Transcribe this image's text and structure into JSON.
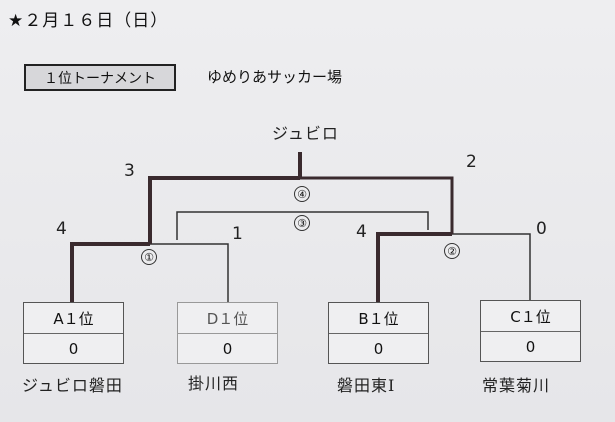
{
  "header": {
    "date": "★２月１６日（日）",
    "round": "１位トーナメント",
    "venue": "ゆめりあサッカー場"
  },
  "winner_note": "ジュビロ",
  "matches": {
    "m1": "①",
    "m2": "②",
    "m3": "③",
    "m4": "④"
  },
  "scores_handwritten": {
    "m1_left": "4",
    "m1_right": "1",
    "m2_left": "4",
    "m2_right": "0",
    "m4_left": "3",
    "m4_right": "2"
  },
  "teams": [
    {
      "seed": "A１位",
      "score": "0",
      "handwritten": "ジュビロ磐田"
    },
    {
      "seed": "D１位",
      "score": "0",
      "handwritten": "掛川西"
    },
    {
      "seed": "B１位",
      "score": "0",
      "handwritten": "磐田東Ⅰ"
    },
    {
      "seed": "C１位",
      "score": "0",
      "handwritten": "常葉菊川"
    }
  ],
  "colors": {
    "winner_line": "#3a2a2e",
    "normal_line": "#333333",
    "paper": "#ececee"
  }
}
